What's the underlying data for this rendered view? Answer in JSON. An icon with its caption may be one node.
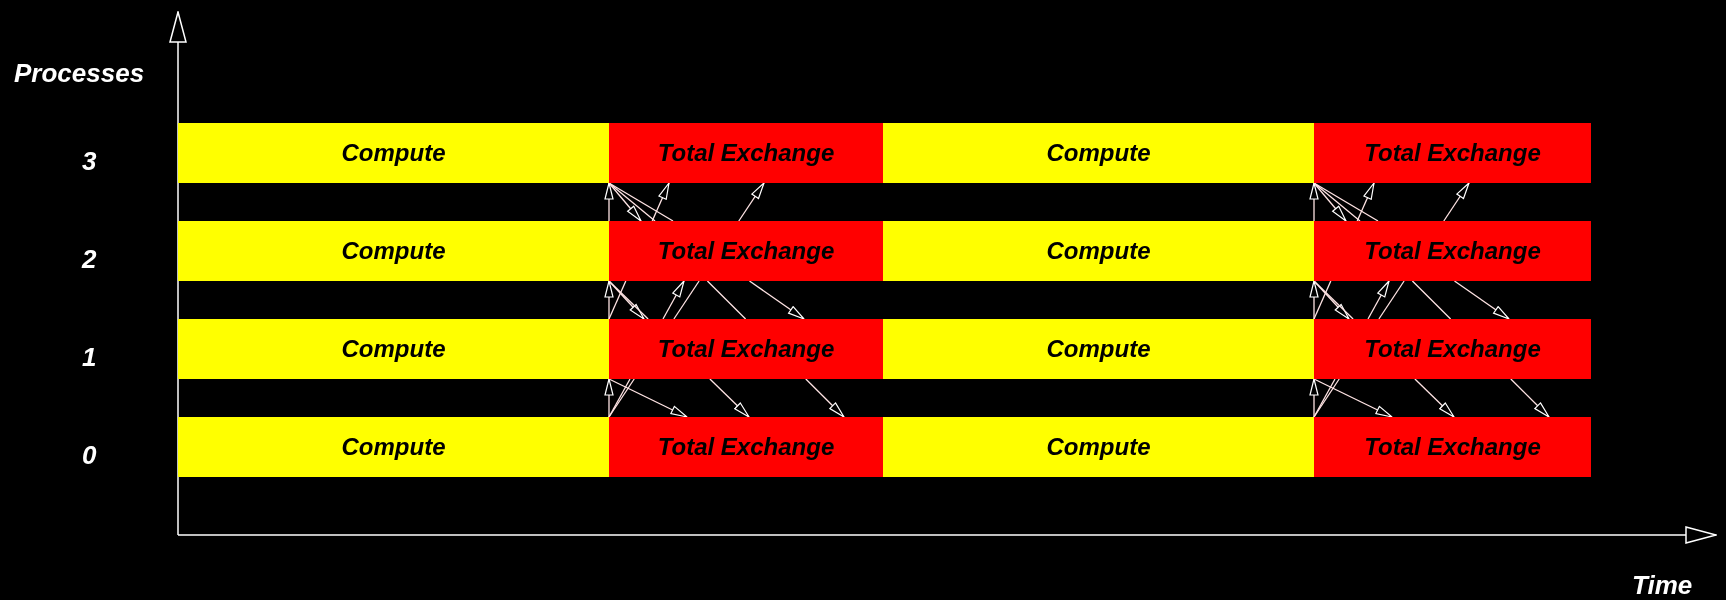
{
  "diagram": {
    "nodes": [
      {
        "text": [
          "Compute"
        ]
      },
      {
        "text": [
          "Total Exchange"
        ]
      },
      {
        "text": [
          "Compute"
        ]
      },
      {
        "text": [
          "Total Exchange"
        ]
      },
      {
        "text": [
          "Compute"
        ]
      },
      {
        "text": [
          "Total Exchange"
        ]
      },
      {
        "text": [
          "Compute"
        ]
      },
      {
        "text": [
          "Total Exchange"
        ]
      },
      {
        "text": [
          "Compute"
        ]
      },
      {
        "text": [
          "Total Exchange"
        ]
      },
      {
        "text": [
          "Compute"
        ]
      },
      {
        "text": [
          "Total Exchange"
        ]
      },
      {
        "text": [
          "Compute"
        ]
      },
      {
        "text": [
          "Total Exchange"
        ]
      },
      {
        "text": [
          "Compute"
        ]
      },
      {
        "text": [
          "Total Exchange"
        ]
      }
    ],
    "edges": [
      {
        "from": 1,
        "to": 5,
        "arrow": "to"
      },
      {
        "from": 1,
        "to": 5,
        "arrow": "none"
      },
      {
        "from": 5,
        "to": 9,
        "arrow": "to"
      },
      {
        "from": 1,
        "to": 5,
        "arrow": "none"
      },
      {
        "from": 5,
        "to": 9,
        "arrow": "none"
      },
      {
        "from": 9,
        "to": 13,
        "arrow": "to"
      },
      {
        "from": 5,
        "to": 1,
        "arrow": "to"
      },
      {
        "from": 5,
        "to": 9,
        "arrow": "to"
      },
      {
        "from": 5,
        "to": 9,
        "arrow": "none"
      },
      {
        "from": 9,
        "to": 13,
        "arrow": "to"
      },
      {
        "from": 9,
        "to": 5,
        "arrow": "none"
      },
      {
        "from": 5,
        "to": 1,
        "arrow": "to"
      },
      {
        "from": 9,
        "to": 5,
        "arrow": "to"
      },
      {
        "from": 9,
        "to": 13,
        "arrow": "to"
      },
      {
        "from": 13,
        "to": 9,
        "arrow": "none"
      },
      {
        "from": 9,
        "to": 5,
        "arrow": "none"
      },
      {
        "from": 5,
        "to": 1,
        "arrow": "to"
      },
      {
        "from": 13,
        "to": 9,
        "arrow": "none"
      },
      {
        "from": 9,
        "to": 5,
        "arrow": "to"
      },
      {
        "from": 13,
        "to": 9,
        "arrow": "to"
      },
      {
        "from": 3,
        "to": 7,
        "arrow": "to"
      },
      {
        "from": 3,
        "to": 7,
        "arrow": "none"
      },
      {
        "from": 7,
        "to": 11,
        "arrow": "to"
      },
      {
        "from": 3,
        "to": 7,
        "arrow": "none"
      },
      {
        "from": 7,
        "to": 11,
        "arrow": "none"
      },
      {
        "from": 11,
        "to": 15,
        "arrow": "to"
      },
      {
        "from": 7,
        "to": 3,
        "arrow": "to"
      },
      {
        "from": 7,
        "to": 11,
        "arrow": "to"
      },
      {
        "from": 7,
        "to": 11,
        "arrow": "none"
      },
      {
        "from": 11,
        "to": 15,
        "arrow": "to"
      },
      {
        "from": 11,
        "to": 7,
        "arrow": "none"
      },
      {
        "from": 7,
        "to": 3,
        "arrow": "to"
      },
      {
        "from": 11,
        "to": 7,
        "arrow": "to"
      },
      {
        "from": 11,
        "to": 15,
        "arrow": "to"
      },
      {
        "from": 15,
        "to": 11,
        "arrow": "none"
      },
      {
        "from": 11,
        "to": 7,
        "arrow": "none"
      },
      {
        "from": 7,
        "to": 3,
        "arrow": "to"
      },
      {
        "from": 15,
        "to": 11,
        "arrow": "none"
      },
      {
        "from": 11,
        "to": 7,
        "arrow": "to"
      },
      {
        "from": 15,
        "to": 11,
        "arrow": "to"
      }
    ],
    "labels": [
      "Processes",
      "3",
      "2",
      "1",
      "0",
      "Time"
    ]
  }
}
